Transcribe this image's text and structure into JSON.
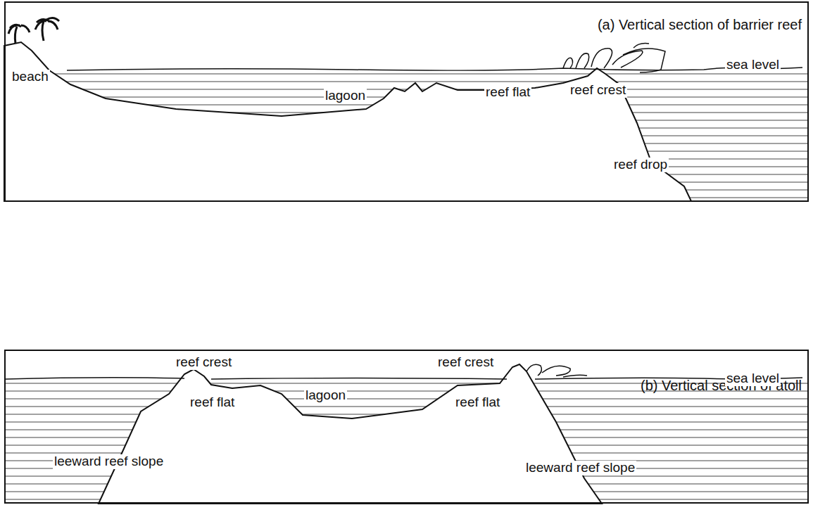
{
  "diagram": {
    "nodes": [
      {
        "text": [
          "(a) Vertical section of barrier reef"
        ]
      },
      {
        "text": [
          "(b) Vertical section of atoll"
        ]
      }
    ],
    "labels": [
      "beach",
      "lagoon",
      "reef flat",
      "reef crest",
      "sea level",
      "reef drop",
      "reef crest",
      "reef crest",
      "reef flat",
      "lagoon",
      "reef flat",
      "sea level",
      "leeward reef slope",
      "leeward reef slope"
    ]
  }
}
